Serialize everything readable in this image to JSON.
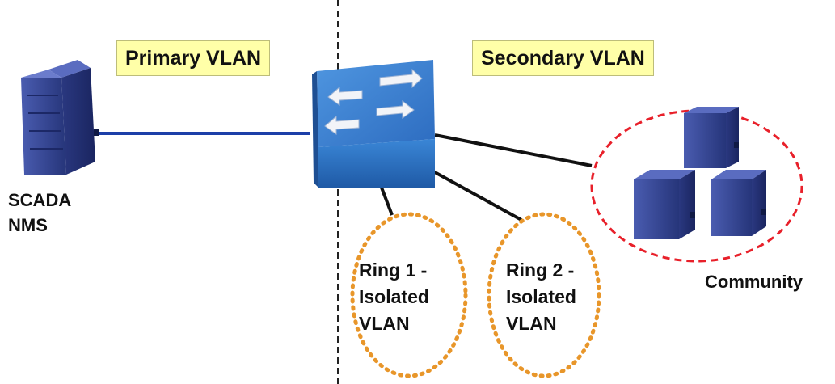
{
  "labels": {
    "primary_vlan": "Primary VLAN",
    "secondary_vlan": "Secondary VLAN",
    "scada_line1": "SCADA",
    "scada_line2": "NMS",
    "community": "Community",
    "ring1": [
      "Ring 1 -",
      "Isolated",
      "VLAN"
    ],
    "ring2": [
      "Ring 2 -",
      "Isolated",
      "VLAN"
    ]
  },
  "icons": {
    "server": "server-icon",
    "switch": "network-switch-icon"
  },
  "colors": {
    "vlan_label_bg": "#ffffa8",
    "primary_link": "#1c3fa8",
    "secondary_link": "#111111",
    "community_ring": "#e8202a",
    "isolated_ring": "#e8962a",
    "server_body": "#3b4d9e",
    "switch_body": "#2f76c4"
  }
}
